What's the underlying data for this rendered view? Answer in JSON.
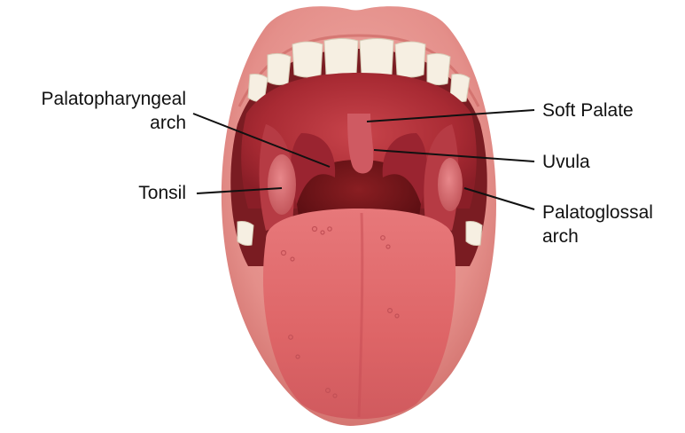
{
  "labels": {
    "palatopharyngeal": {
      "line1": "Palatopharyngeal",
      "line2": "arch"
    },
    "soft_palate": "Soft Palate",
    "uvula": "Uvula",
    "tonsil": "Tonsil",
    "palatoglossal": {
      "line1": "Palatoglossal",
      "line2": "arch"
    }
  },
  "colors": {
    "lips": "#e48f8a",
    "lips_dark": "#c9625f",
    "teeth": "#f6efe2",
    "palate": "#b4333b",
    "throat": "#6e1418",
    "tongue": "#e06a6d",
    "tongue_dark": "#c94f55",
    "leader_line": "#111111"
  }
}
